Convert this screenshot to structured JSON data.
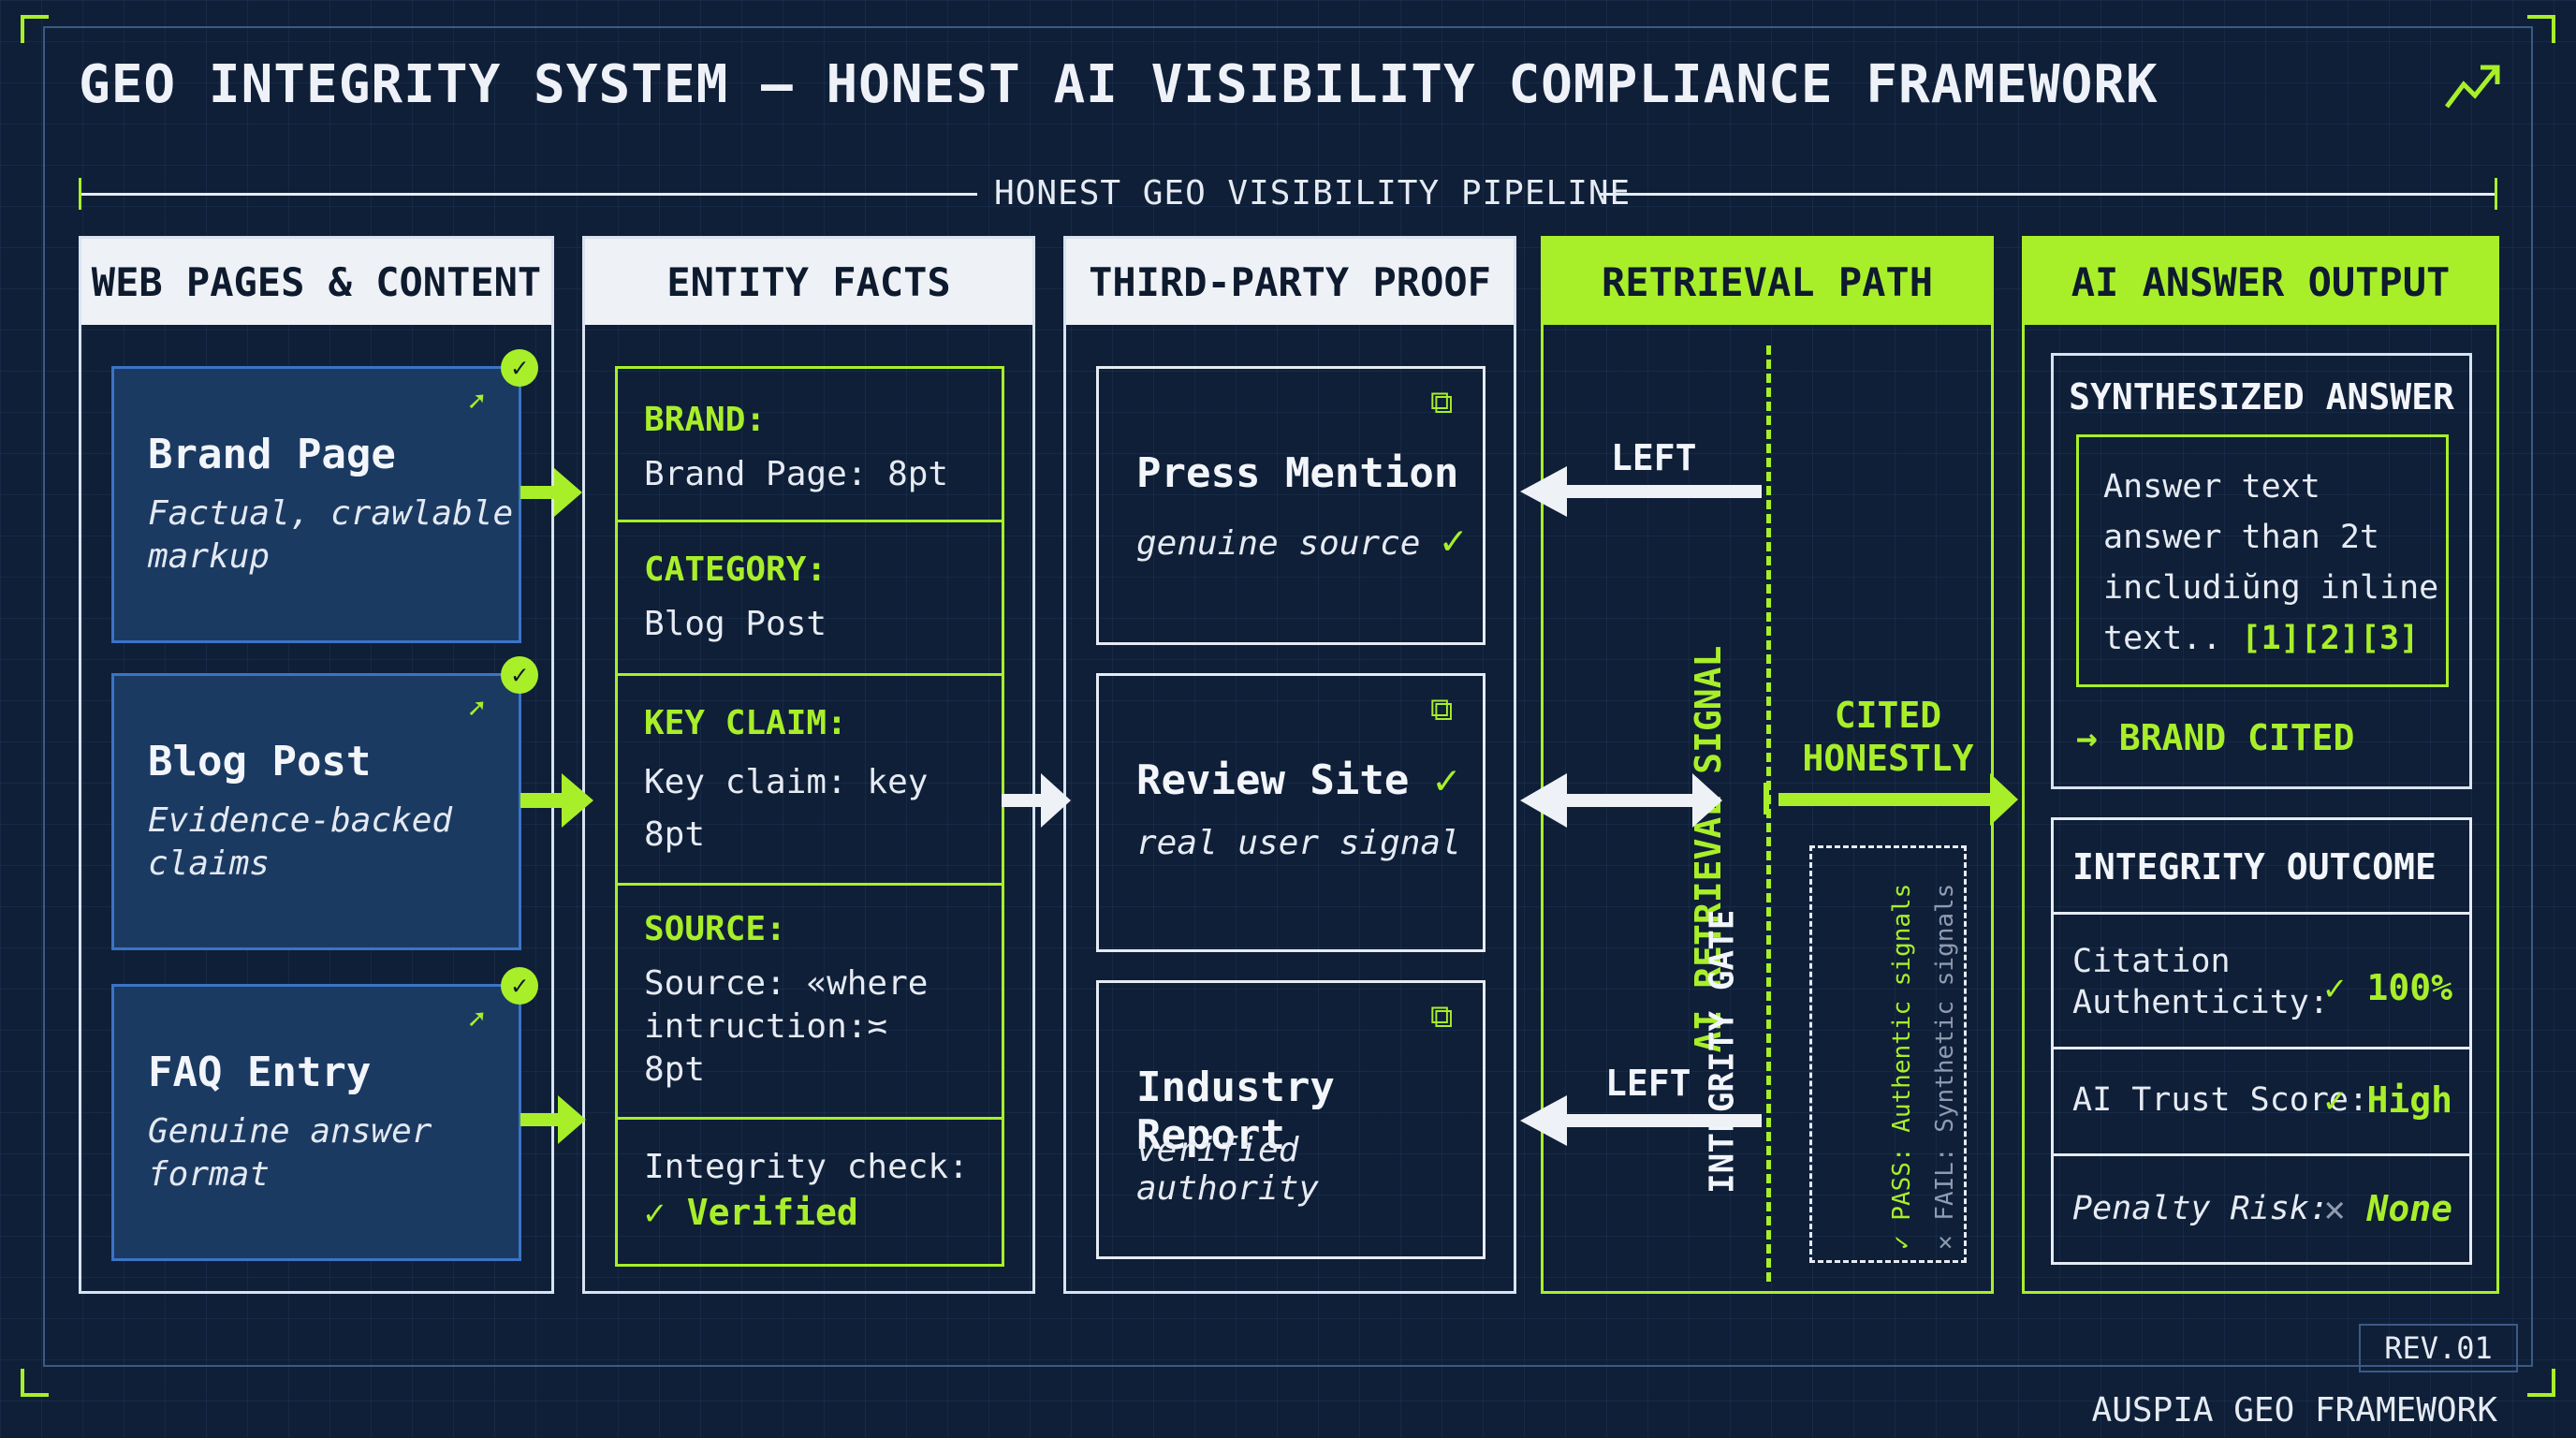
{
  "header": {
    "title": "GEO INTEGRITY SYSTEM — HONEST AI VISIBILITY COMPLIANCE FRAMEWORK",
    "pipeline_label": "HONEST GEO VISIBILITY PIPELINE",
    "trend_icon": "trend-up-icon"
  },
  "columns": {
    "web": {
      "heading": "WEB PAGES & CONTENT",
      "cards": [
        {
          "title": "Brand Page",
          "subtitle": "Factual, crawlable\nmarkup"
        },
        {
          "title": "Blog Post",
          "subtitle": "Evidence-backed\nclaims"
        },
        {
          "title": "FAQ Entry",
          "subtitle": "Genuine answer\nformat"
        }
      ]
    },
    "entity": {
      "heading": "ENTITY FACTS",
      "facts": [
        {
          "label": "BRAND:",
          "value": "Brand Page: 8pt"
        },
        {
          "label": "CATEGORY:",
          "value": "Blog Post"
        },
        {
          "label": "KEY CLAIM:",
          "value": "Key claim: key\n8pt"
        },
        {
          "label": "SOURCE:",
          "value": "Source: «where\nintruction:≍\n8pt"
        }
      ],
      "integrity_label": "Integrity check:",
      "integrity_value": "✓ Verified"
    },
    "proof": {
      "heading": "THIRD-PARTY PROOF",
      "items": [
        {
          "title": "Press Mention",
          "subtitle": "genuine source",
          "title_check": "",
          "sub_check": "✓"
        },
        {
          "title": "Review Site",
          "subtitle": "real user signal",
          "title_check": "✓",
          "sub_check": ""
        },
        {
          "title": "Industry Report",
          "subtitle": "verified authority",
          "title_check": "",
          "sub_check": ""
        }
      ]
    },
    "retrieval": {
      "heading": "RETRIEVAL PATH",
      "left_top": "LEFT",
      "left_bottom": "LEFT",
      "signal": "AI RETRIEVAL SIGNAL",
      "cited": "CITED\nHONESTLY",
      "gate": "INTEGRITY GATE",
      "pass": "✓ PASS: Authentic signals",
      "fail": "✕ FAIL: Synthetic signals"
    },
    "output": {
      "heading": "AI ANSWER OUTPUT",
      "synth_title": "SYNTHESIZED ANSWER",
      "answer_text": "Answer text\nanswer than 2t\nincludiŭng inline\ntext..",
      "citations": "[1][2][3]",
      "brand_cited": "→ BRAND CITED",
      "outcome_title": "INTEGRITY OUTCOME",
      "rows": [
        {
          "label": "Citation\nAuthenticity:",
          "value": "✓ 100%"
        },
        {
          "label": "AI Trust Score:",
          "value": "✓ High"
        },
        {
          "label": "Penalty Risk:",
          "value": "None",
          "mark": "✕"
        }
      ]
    }
  },
  "footer": {
    "rev": "REV.01",
    "brand": "AUSPIA GEO FRAMEWORK"
  },
  "colors": {
    "accent": "#a8ef2a",
    "background": "#0f1f38",
    "card": "#1b3a62",
    "card_border": "#3b74c6"
  }
}
